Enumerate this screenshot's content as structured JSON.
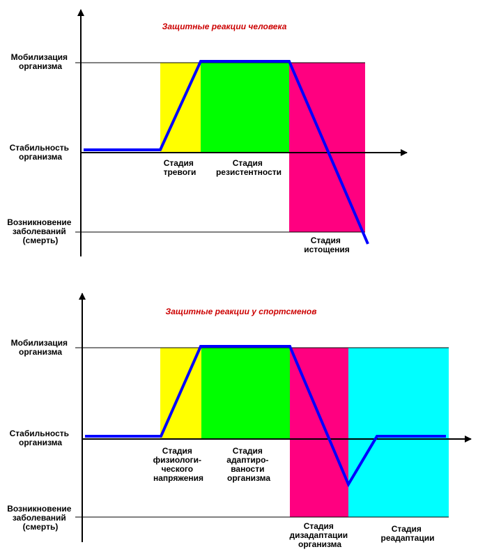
{
  "colors": {
    "alarm": "#ffff00",
    "resistance": "#00ff00",
    "exhaustion": "#ff0080",
    "readaptation": "#00ffff",
    "curve": "#0000ff",
    "axis": "#000000",
    "title": "#cc0000"
  },
  "diagrams": [
    {
      "title": "Защитные реакции человека",
      "levels": {
        "mobilization": [
          "Мобилизация",
          "организма"
        ],
        "stability": [
          "Стабильность",
          "организма"
        ],
        "disease": [
          "Возникновение",
          "заболеваний",
          "(смерть)"
        ]
      },
      "stages": [
        {
          "lines": [
            "Стадия",
            "тревоги"
          ]
        },
        {
          "lines": [
            "Стадия",
            "резистентности"
          ]
        },
        {
          "lines": [
            "Стадия",
            "истощения"
          ]
        }
      ]
    },
    {
      "title": "Защитные реакции  у спортсменов",
      "levels": {
        "mobilization": [
          "Мобилизация",
          "организма"
        ],
        "stability": [
          "Стабильность",
          "организма"
        ],
        "disease": [
          "Возникновение",
          "заболеваний",
          "(смерть)"
        ]
      },
      "stages": [
        {
          "lines": [
            "Стадия",
            "физиологи-",
            "ческого",
            "напряжения"
          ]
        },
        {
          "lines": [
            "Стадия",
            "адаптиро-",
            "ваности",
            "организма"
          ]
        },
        {
          "lines": [
            "Стадия",
            "дизадаптации",
            "организма"
          ]
        },
        {
          "lines": [
            "Стадия",
            "реадаптации"
          ]
        }
      ]
    }
  ]
}
